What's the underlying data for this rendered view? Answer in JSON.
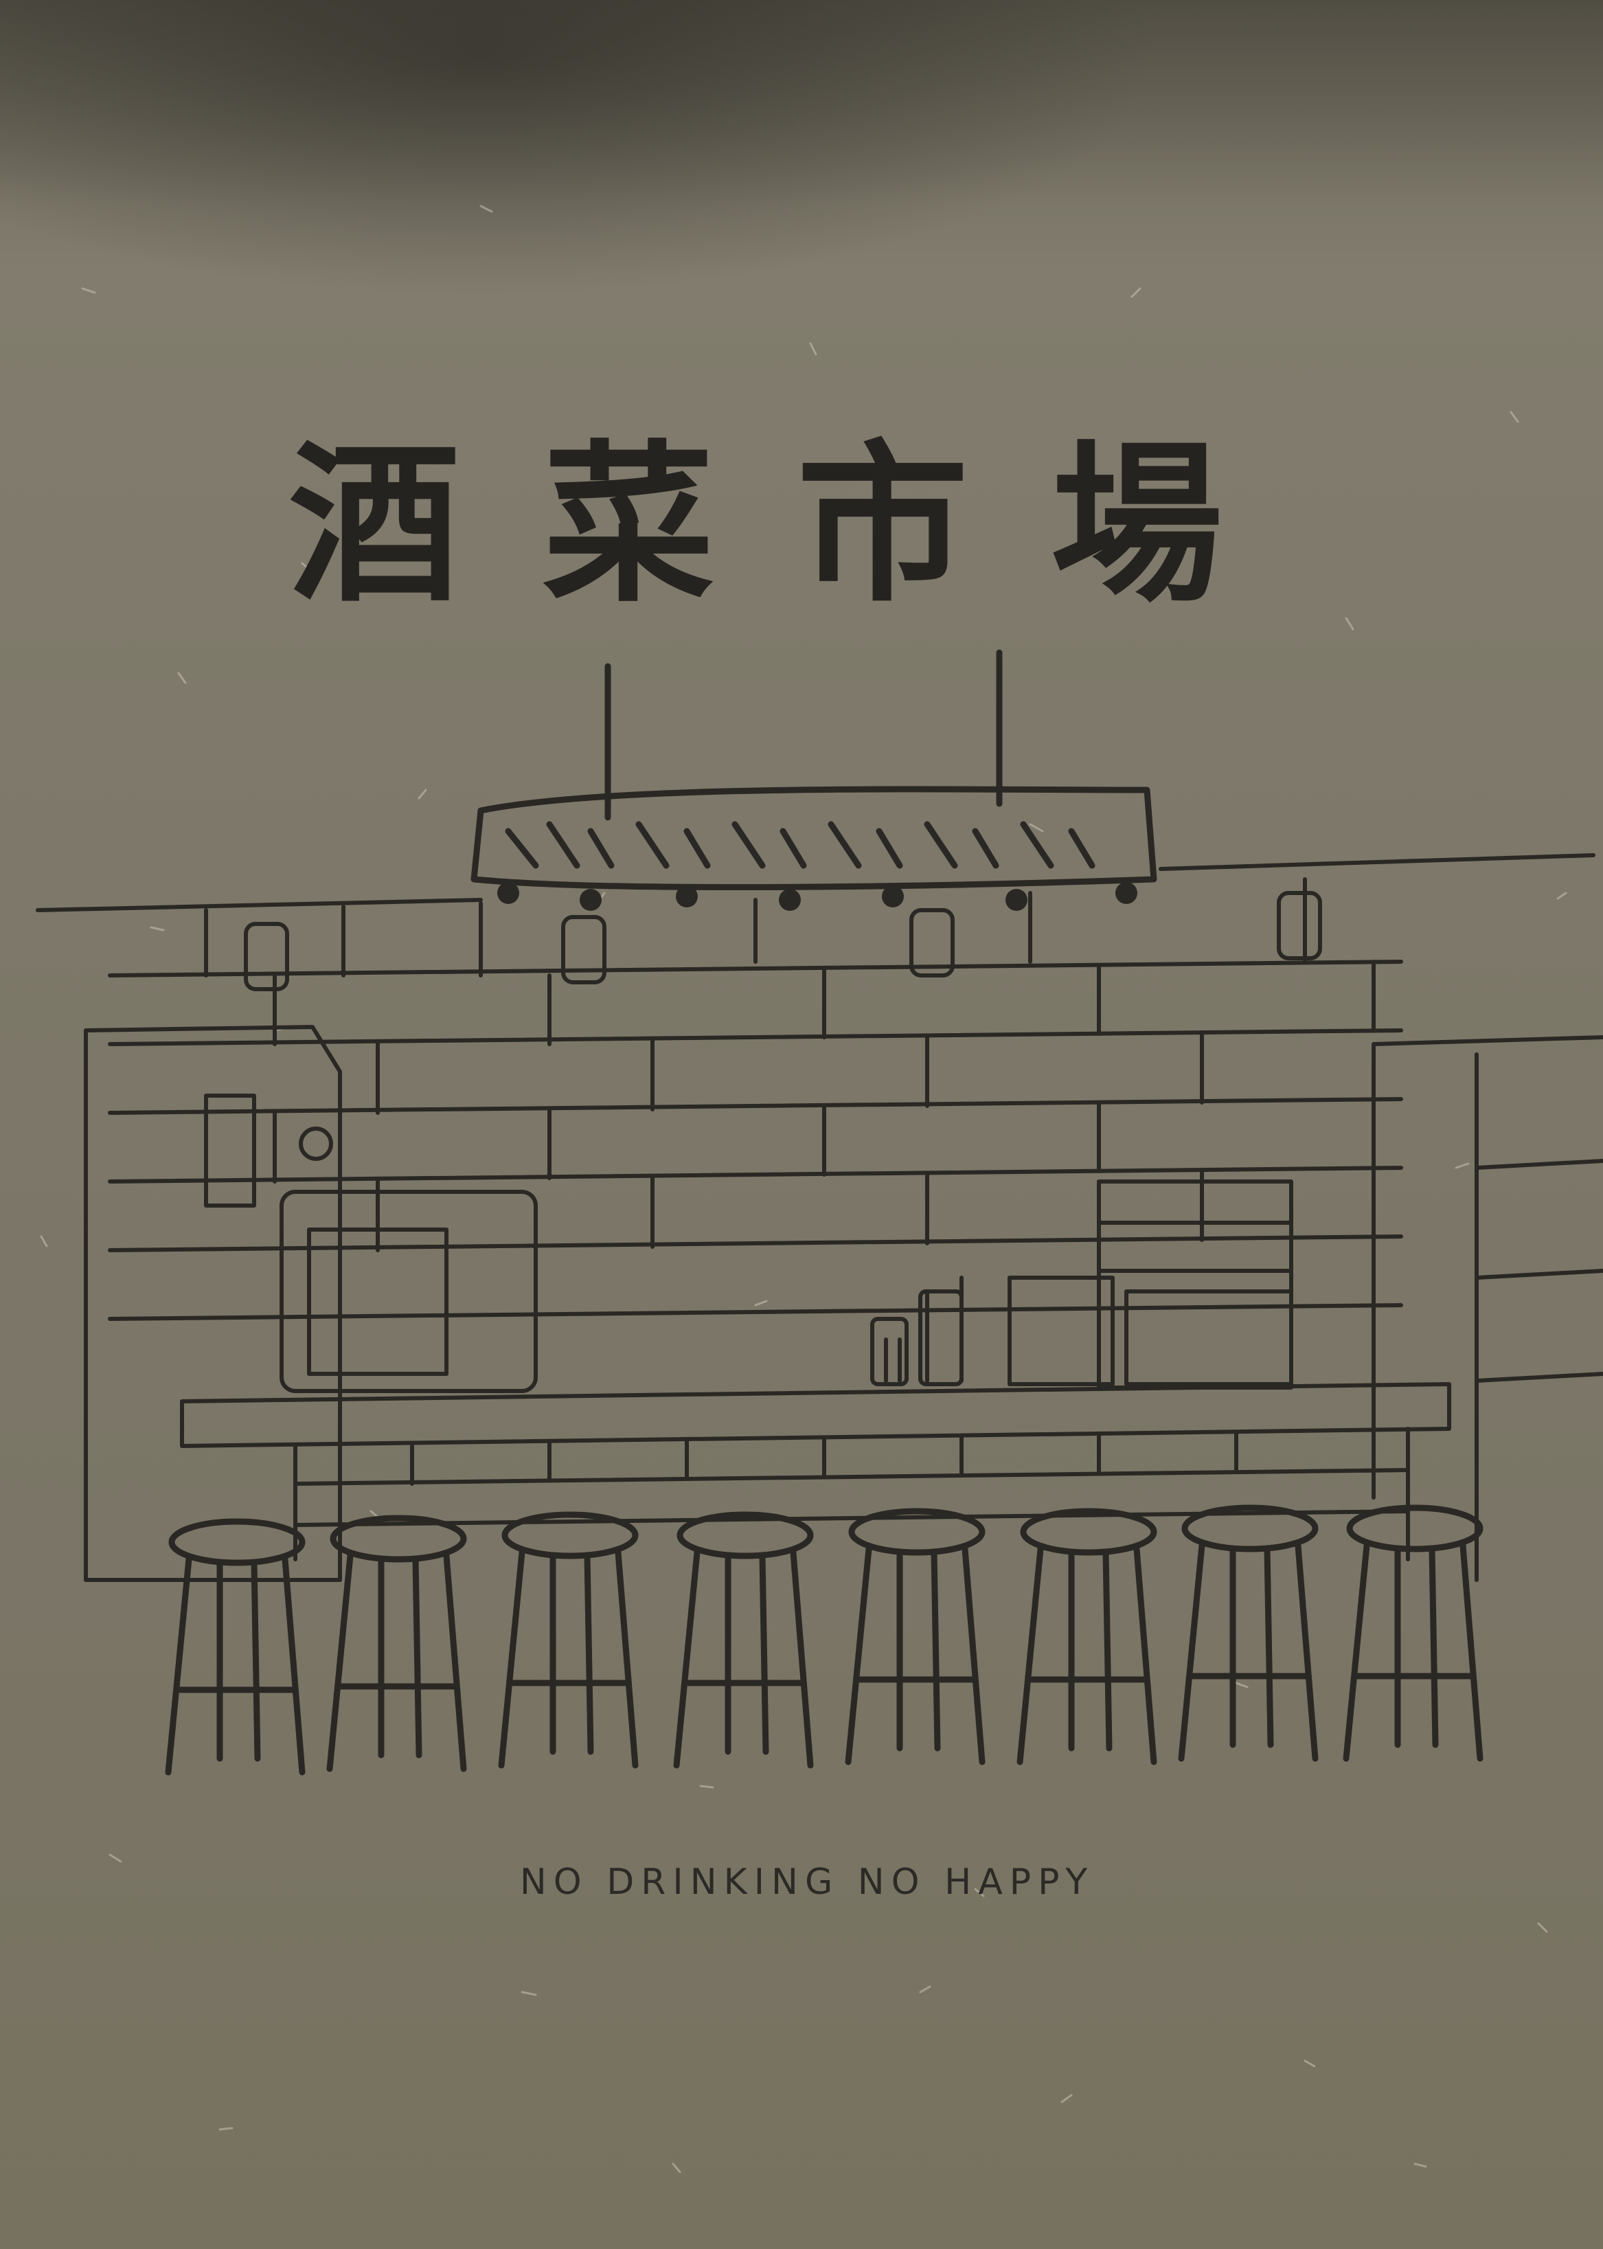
{
  "menu_cover": {
    "title": "酒菜市場",
    "tagline": "NO DRINKING NO HAPPY",
    "paper_color": "#7d7869",
    "ink_color": "#252320",
    "illustration": "bar-counter-with-stools"
  }
}
